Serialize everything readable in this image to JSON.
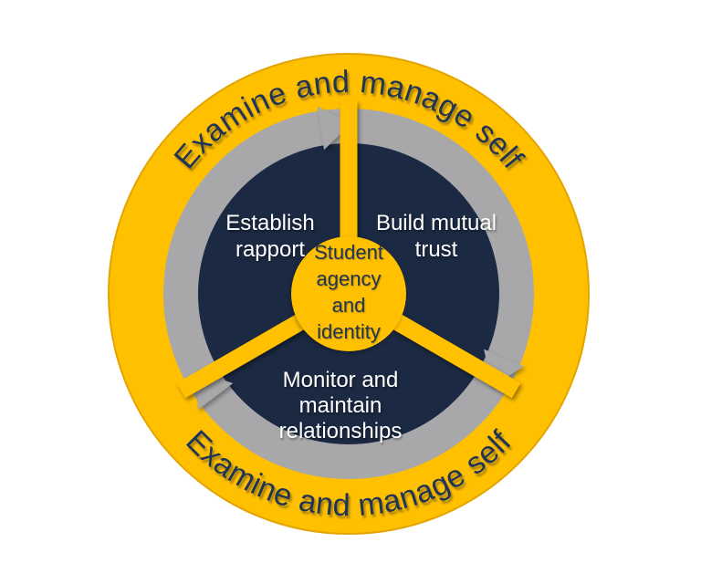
{
  "diagram": {
    "type": "cycle-diagram",
    "ring_label_top": "Examine and manage self",
    "ring_label_bottom": "Examine and manage self",
    "center_label": {
      "full": "Student agency and identity",
      "lines": [
        "Student",
        "agency",
        "and",
        "identity"
      ]
    },
    "sectors": [
      {
        "label_full": "Establish rapport",
        "lines": [
          "Establish",
          "rapport"
        ]
      },
      {
        "label_full": "Build mutual trust",
        "lines": [
          "Build mutual",
          "trust"
        ]
      },
      {
        "label_full": "Monitor and maintain relationships",
        "lines": [
          "Monitor and",
          "maintain",
          "relationships"
        ]
      }
    ],
    "arrows": {
      "icon": "clockwise-arrow-icon",
      "count": 3,
      "direction": "clockwise"
    },
    "colors": {
      "gold": "#FFC000",
      "gold_edge": "#E2A400",
      "navy": "#1B2942",
      "gray": "#A8A8AA",
      "label_navy": "#203455",
      "label_white": "#FFFFFF"
    }
  }
}
